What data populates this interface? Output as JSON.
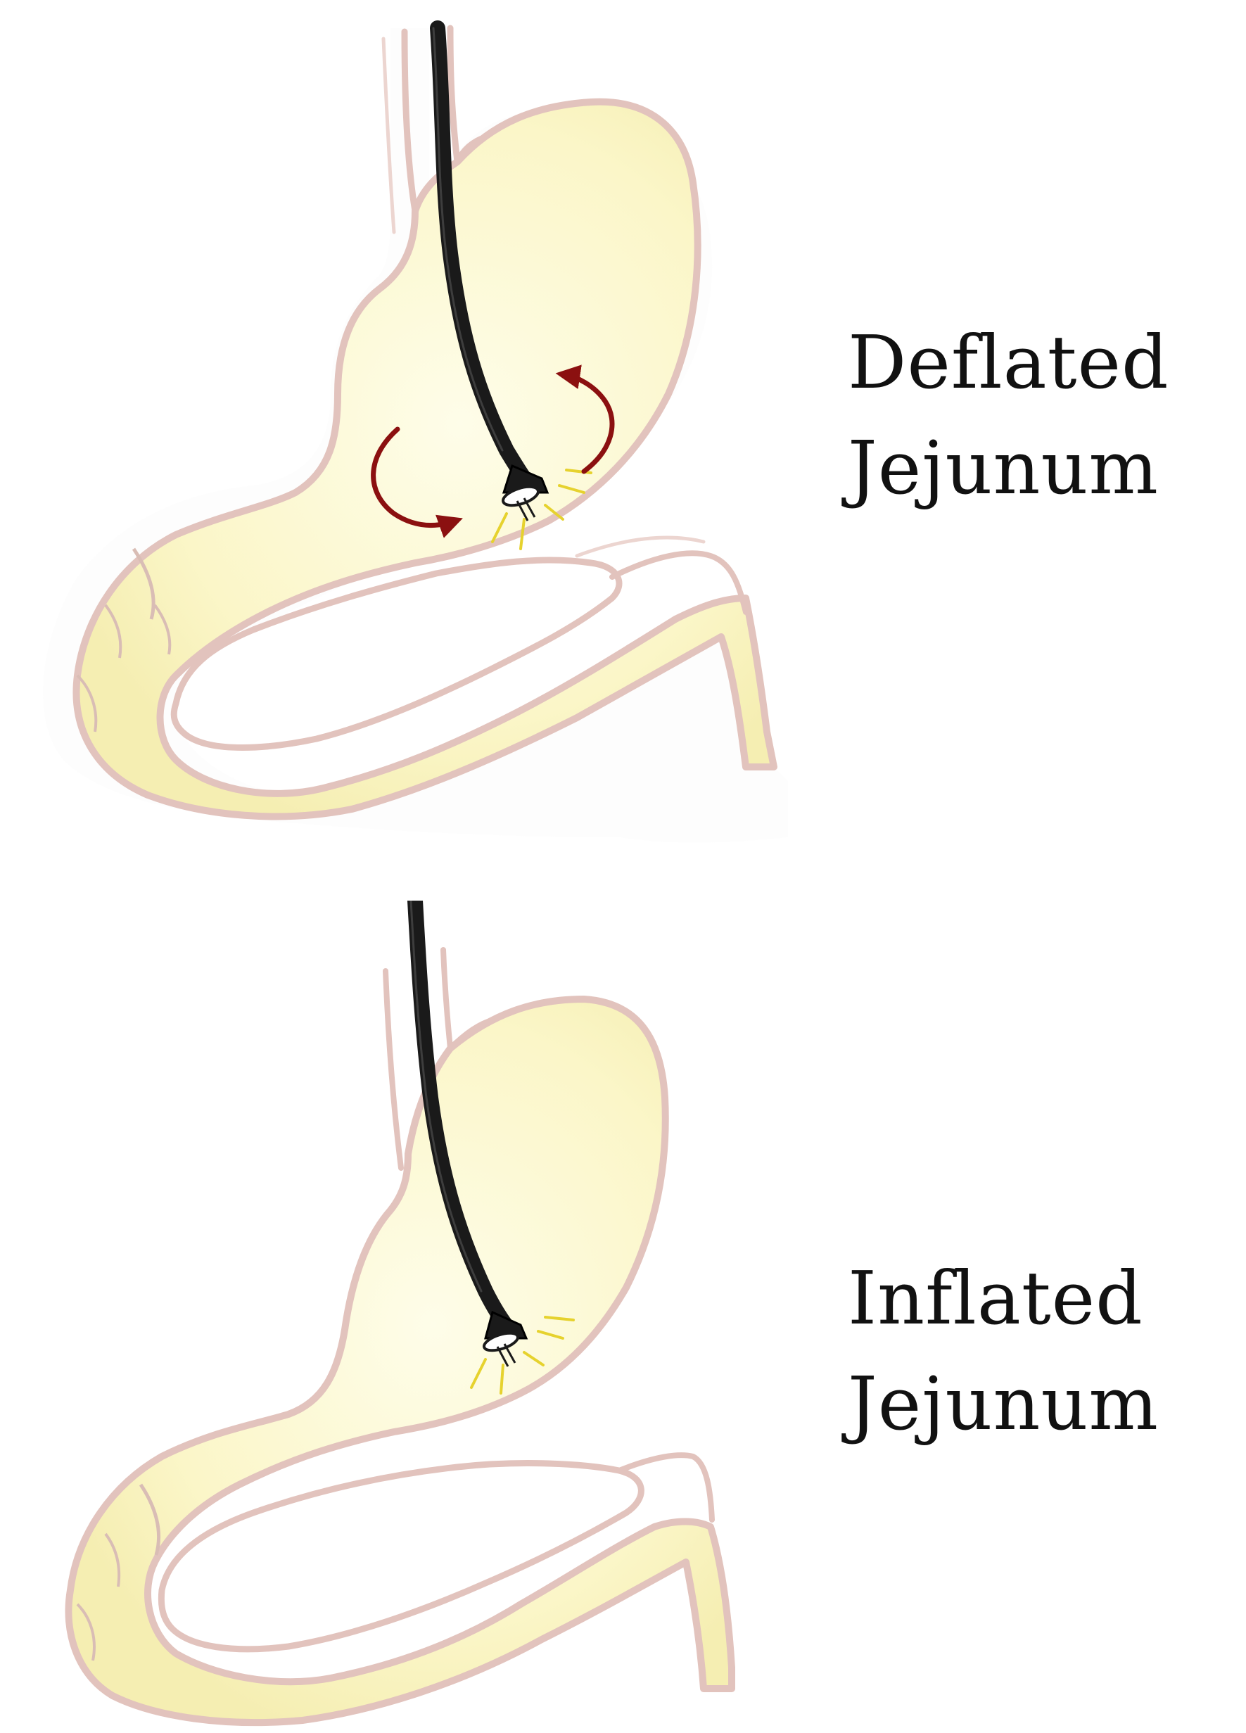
{
  "panels": [
    {
      "caption_line1": "Deflated",
      "caption_line2": "Jejunum",
      "rotation_arrows": true
    },
    {
      "caption_line1": "Inflated",
      "caption_line2": "Jejunum",
      "rotation_arrows": false
    }
  ],
  "colors": {
    "stomach_fill": "#fbf6c8",
    "stomach_inner_glow": "#fefde9",
    "outline": "#e2c3bd",
    "outline_dark": "#cfa9a0",
    "scope": "#1a1a1a",
    "light_rays": "#e6d22e",
    "rotation_arrow": "#8b1010"
  },
  "icons": {
    "scope": "endoscope-icon",
    "arrow": "curved-arrow-icon",
    "light": "light-rays-icon"
  }
}
